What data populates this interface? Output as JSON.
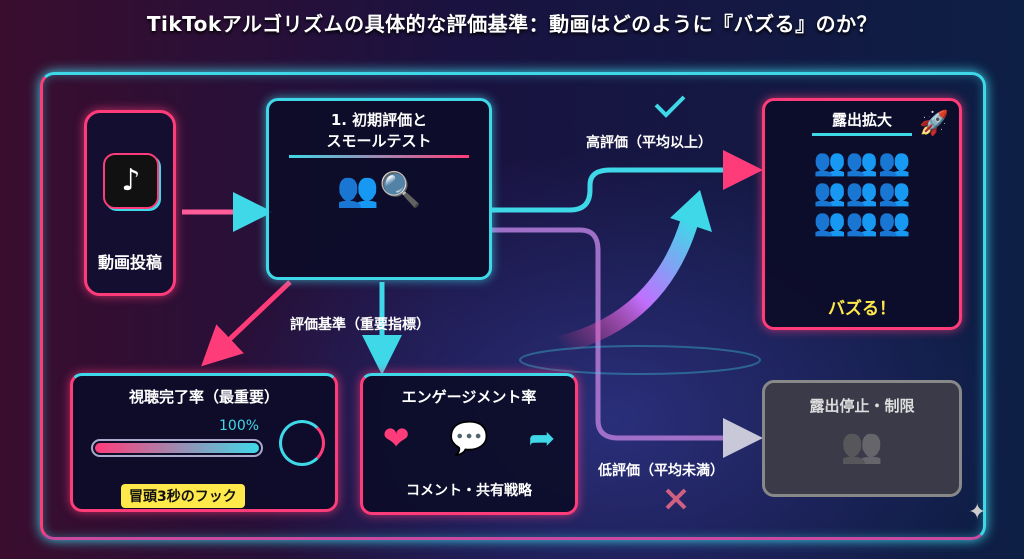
{
  "title": "TikTokアルゴリズムの具体的な評価基準：動画はどのように『バズる』のか？",
  "phone": {
    "label": "動画投稿",
    "icon": "tiktok-logo-icon"
  },
  "step1": {
    "title_line1": "1. 初期評価と",
    "title_line2": "スモールテスト"
  },
  "high_eval": "高評価（平均以上）",
  "low_eval": "低評価（平均未満）",
  "criteria": "評価基準（重要指標）",
  "expand": {
    "title": "露出拡大",
    "badge": "バズる！"
  },
  "stop": {
    "title": "露出停止・制限"
  },
  "completion": {
    "title": "視聴完了率（最重要）",
    "progress_label": "100%",
    "progress": 1.0,
    "callout": "冒頭3秒のフック"
  },
  "engagement": {
    "title": "エンゲージメント率",
    "caption": "コメント・共有戦略"
  },
  "colors": {
    "pink": "#ff3c7a",
    "cyan": "#3fd8e8",
    "yellow": "#ffe84a"
  }
}
